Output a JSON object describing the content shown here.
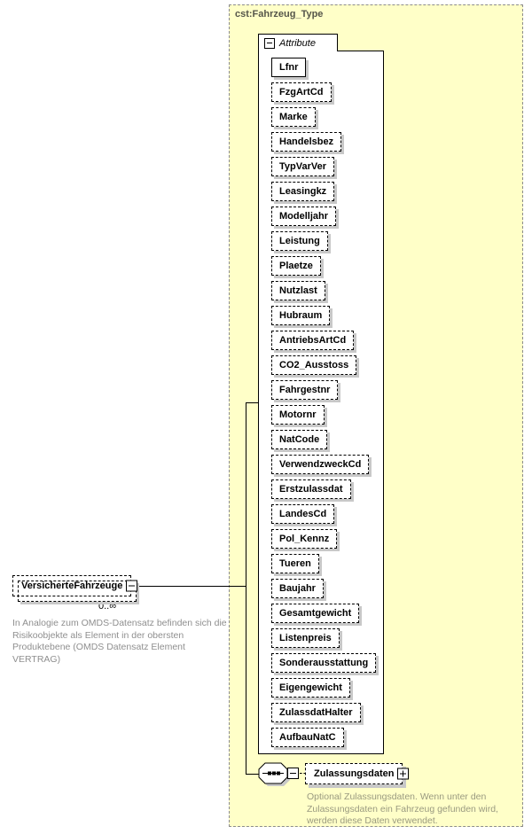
{
  "type": {
    "label": "cst:Fahrzeug_Type"
  },
  "attribute_group": {
    "label": "Attribute",
    "collapse_icon": "minus-icon",
    "items": [
      "Lfnr",
      "FzgArtCd",
      "Marke",
      "Handelsbez",
      "TypVarVer",
      "Leasingkz",
      "Modelljahr",
      "Leistung",
      "Plaetze",
      "Nutzlast",
      "Hubraum",
      "AntriebsArtCd",
      "CO2_Ausstoss",
      "Fahrgestnr",
      "Motornr",
      "NatCode",
      "VerwendzweckCd",
      "Erstzulassdat",
      "LandesCd",
      "Pol_Kennz",
      "Tueren",
      "Baujahr",
      "Gesamtgewicht",
      "Listenpreis",
      "Sonderausstattung",
      "Eigengewicht",
      "ZulassdatHalter",
      "AufbauNatC"
    ],
    "required_items": [
      "Lfnr"
    ]
  },
  "element": {
    "name": "VersicherteFahrzeuge",
    "cardinality": "0..∞",
    "collapse_icon": "minus-icon",
    "annotation": "In Analogie zum OMDS-Datensatz befinden sich die Risikoobjekte als Element in der obersten Produktebene (OMDS Datensatz Element VERTRAG)"
  },
  "sequence": {
    "icon": "sequence-compositor-icon",
    "collapse_icon": "minus-icon"
  },
  "child_element": {
    "name": "Zulassungsdaten",
    "expand_icon": "plus-icon",
    "annotation": "Optional Zulassungsdaten. Wenn unter den Zulassungsdaten ein Fahrzeug gefunden wird, werden diese Daten verwendet."
  },
  "colors": {
    "container_bg": "#FFFFC8",
    "container_border": "#8C8C8C",
    "shadow": "#C8C8C8",
    "annotation_gray": "#8F8F8F",
    "annotation_olive": "#9A9A80",
    "type_label": "#55554A"
  }
}
